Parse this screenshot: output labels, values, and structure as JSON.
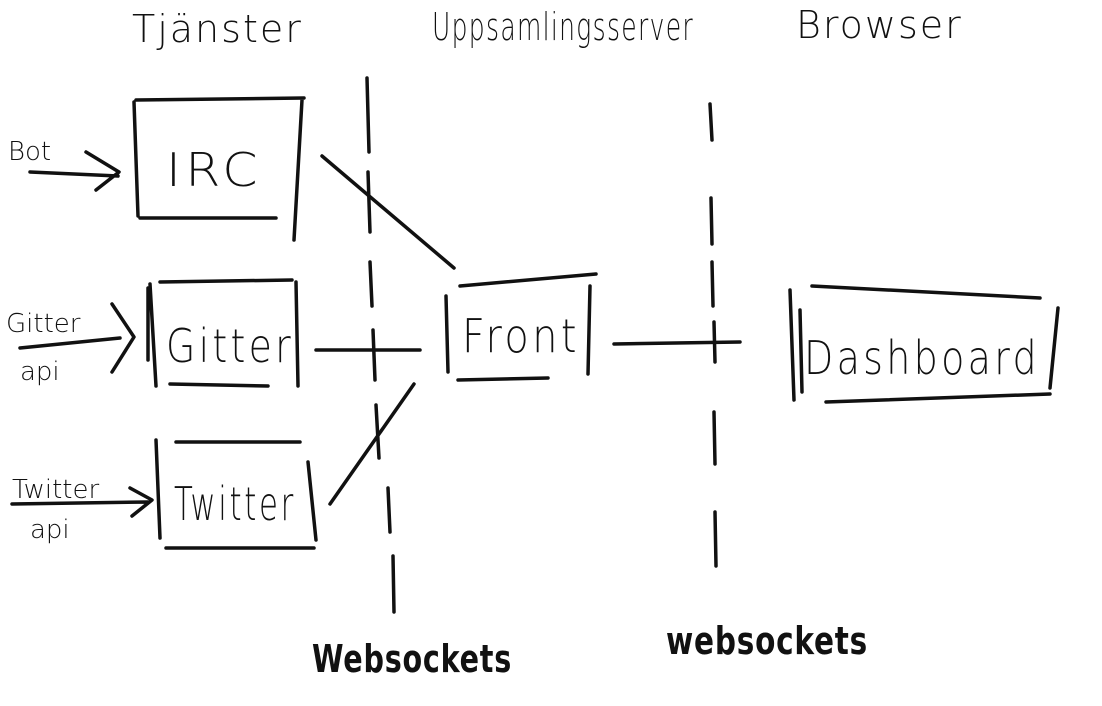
{
  "columns": {
    "services": "Tjänster",
    "collector": "Uppsamlingsserver",
    "browser": "Browser"
  },
  "inputs": {
    "bot": "Bot",
    "gitter_api_line1": "Gitter",
    "gitter_api_line2": "api",
    "twitter_api_line1": "Twitter",
    "twitter_api_line2": "api"
  },
  "boxes": {
    "irc": "IRC",
    "gitter": "Gitter",
    "twitter": "Twitter",
    "front": "Front",
    "dashboard": "Dashboard"
  },
  "protocols": {
    "left": "Websockets",
    "right": "websockets"
  },
  "ink_color": "#111111"
}
